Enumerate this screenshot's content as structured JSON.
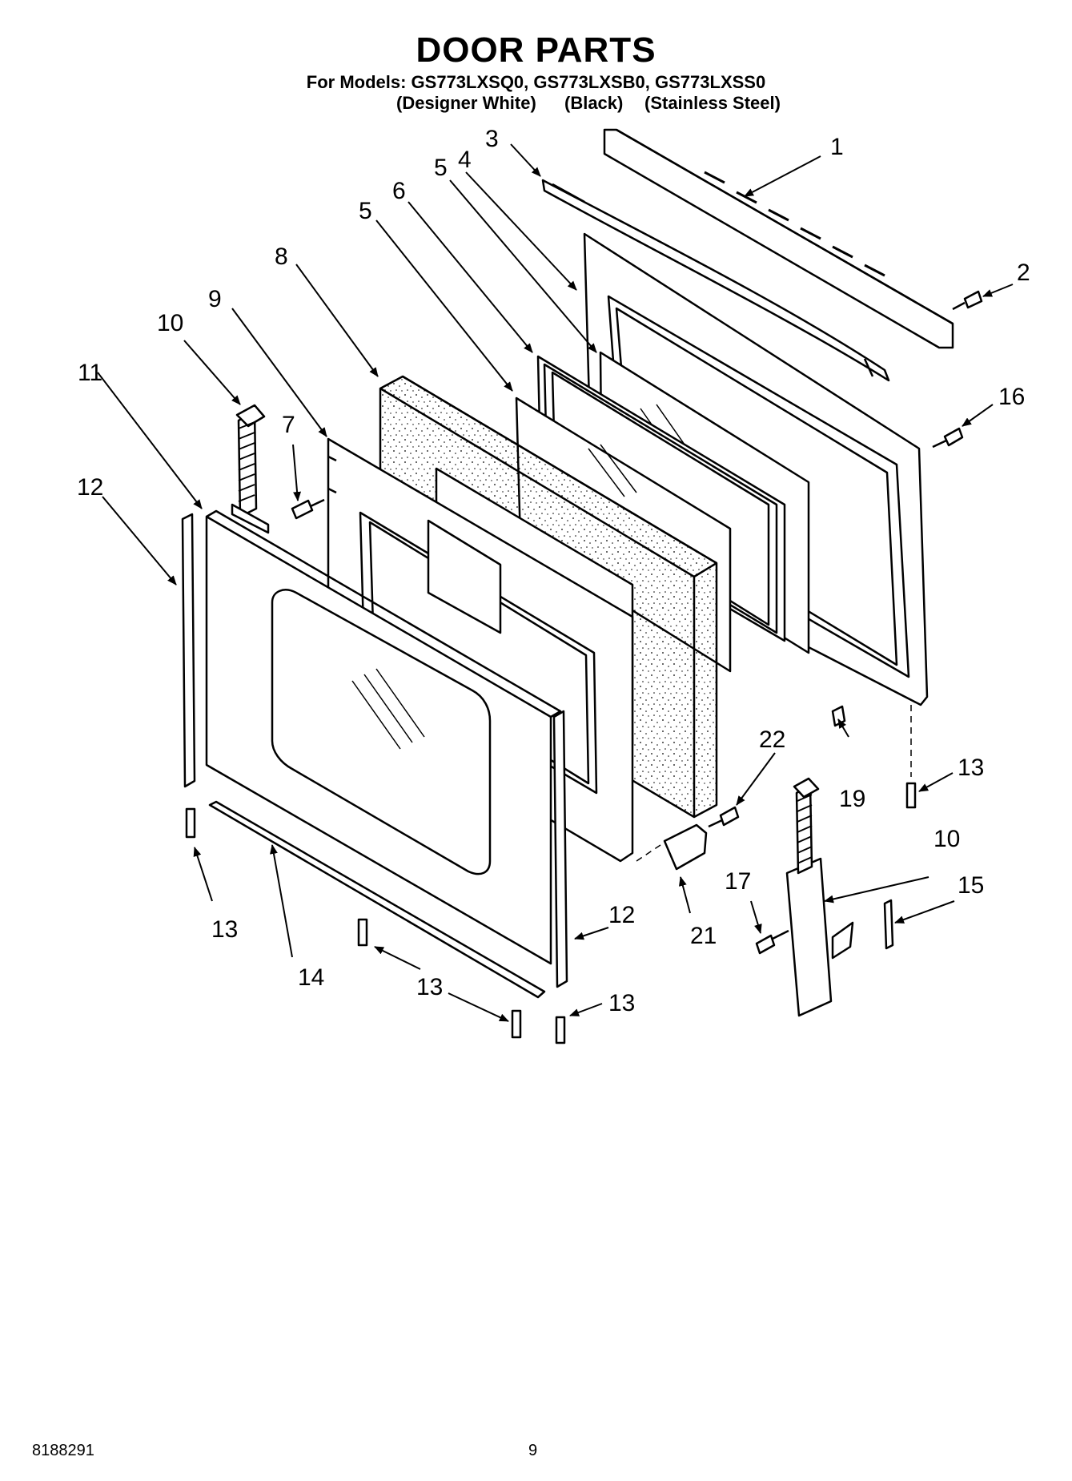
{
  "header": {
    "title": "DOOR PARTS",
    "models": "For Models: GS773LXSQ0, GS773LXSB0, GS773LXSS0",
    "variant_white": "(Designer White)",
    "variant_black": "(Black)",
    "variant_steel": "(Stainless Steel)"
  },
  "labels": {
    "l1": "1",
    "l2": "2",
    "l3": "3",
    "l4": "4",
    "l5a": "5",
    "l5b": "5",
    "l6": "6",
    "l7": "7",
    "l8": "8",
    "l9": "9",
    "l10a": "10",
    "l10b": "10",
    "l11": "11",
    "l12a": "12",
    "l12b": "12",
    "l13a": "13",
    "l13b": "13",
    "l13c": "13",
    "l13d": "13",
    "l14": "14",
    "l15": "15",
    "l16": "16",
    "l17": "17",
    "l19": "19",
    "l21": "21",
    "l22": "22"
  },
  "footer": {
    "part_number": "8188291",
    "page_number": "9"
  }
}
